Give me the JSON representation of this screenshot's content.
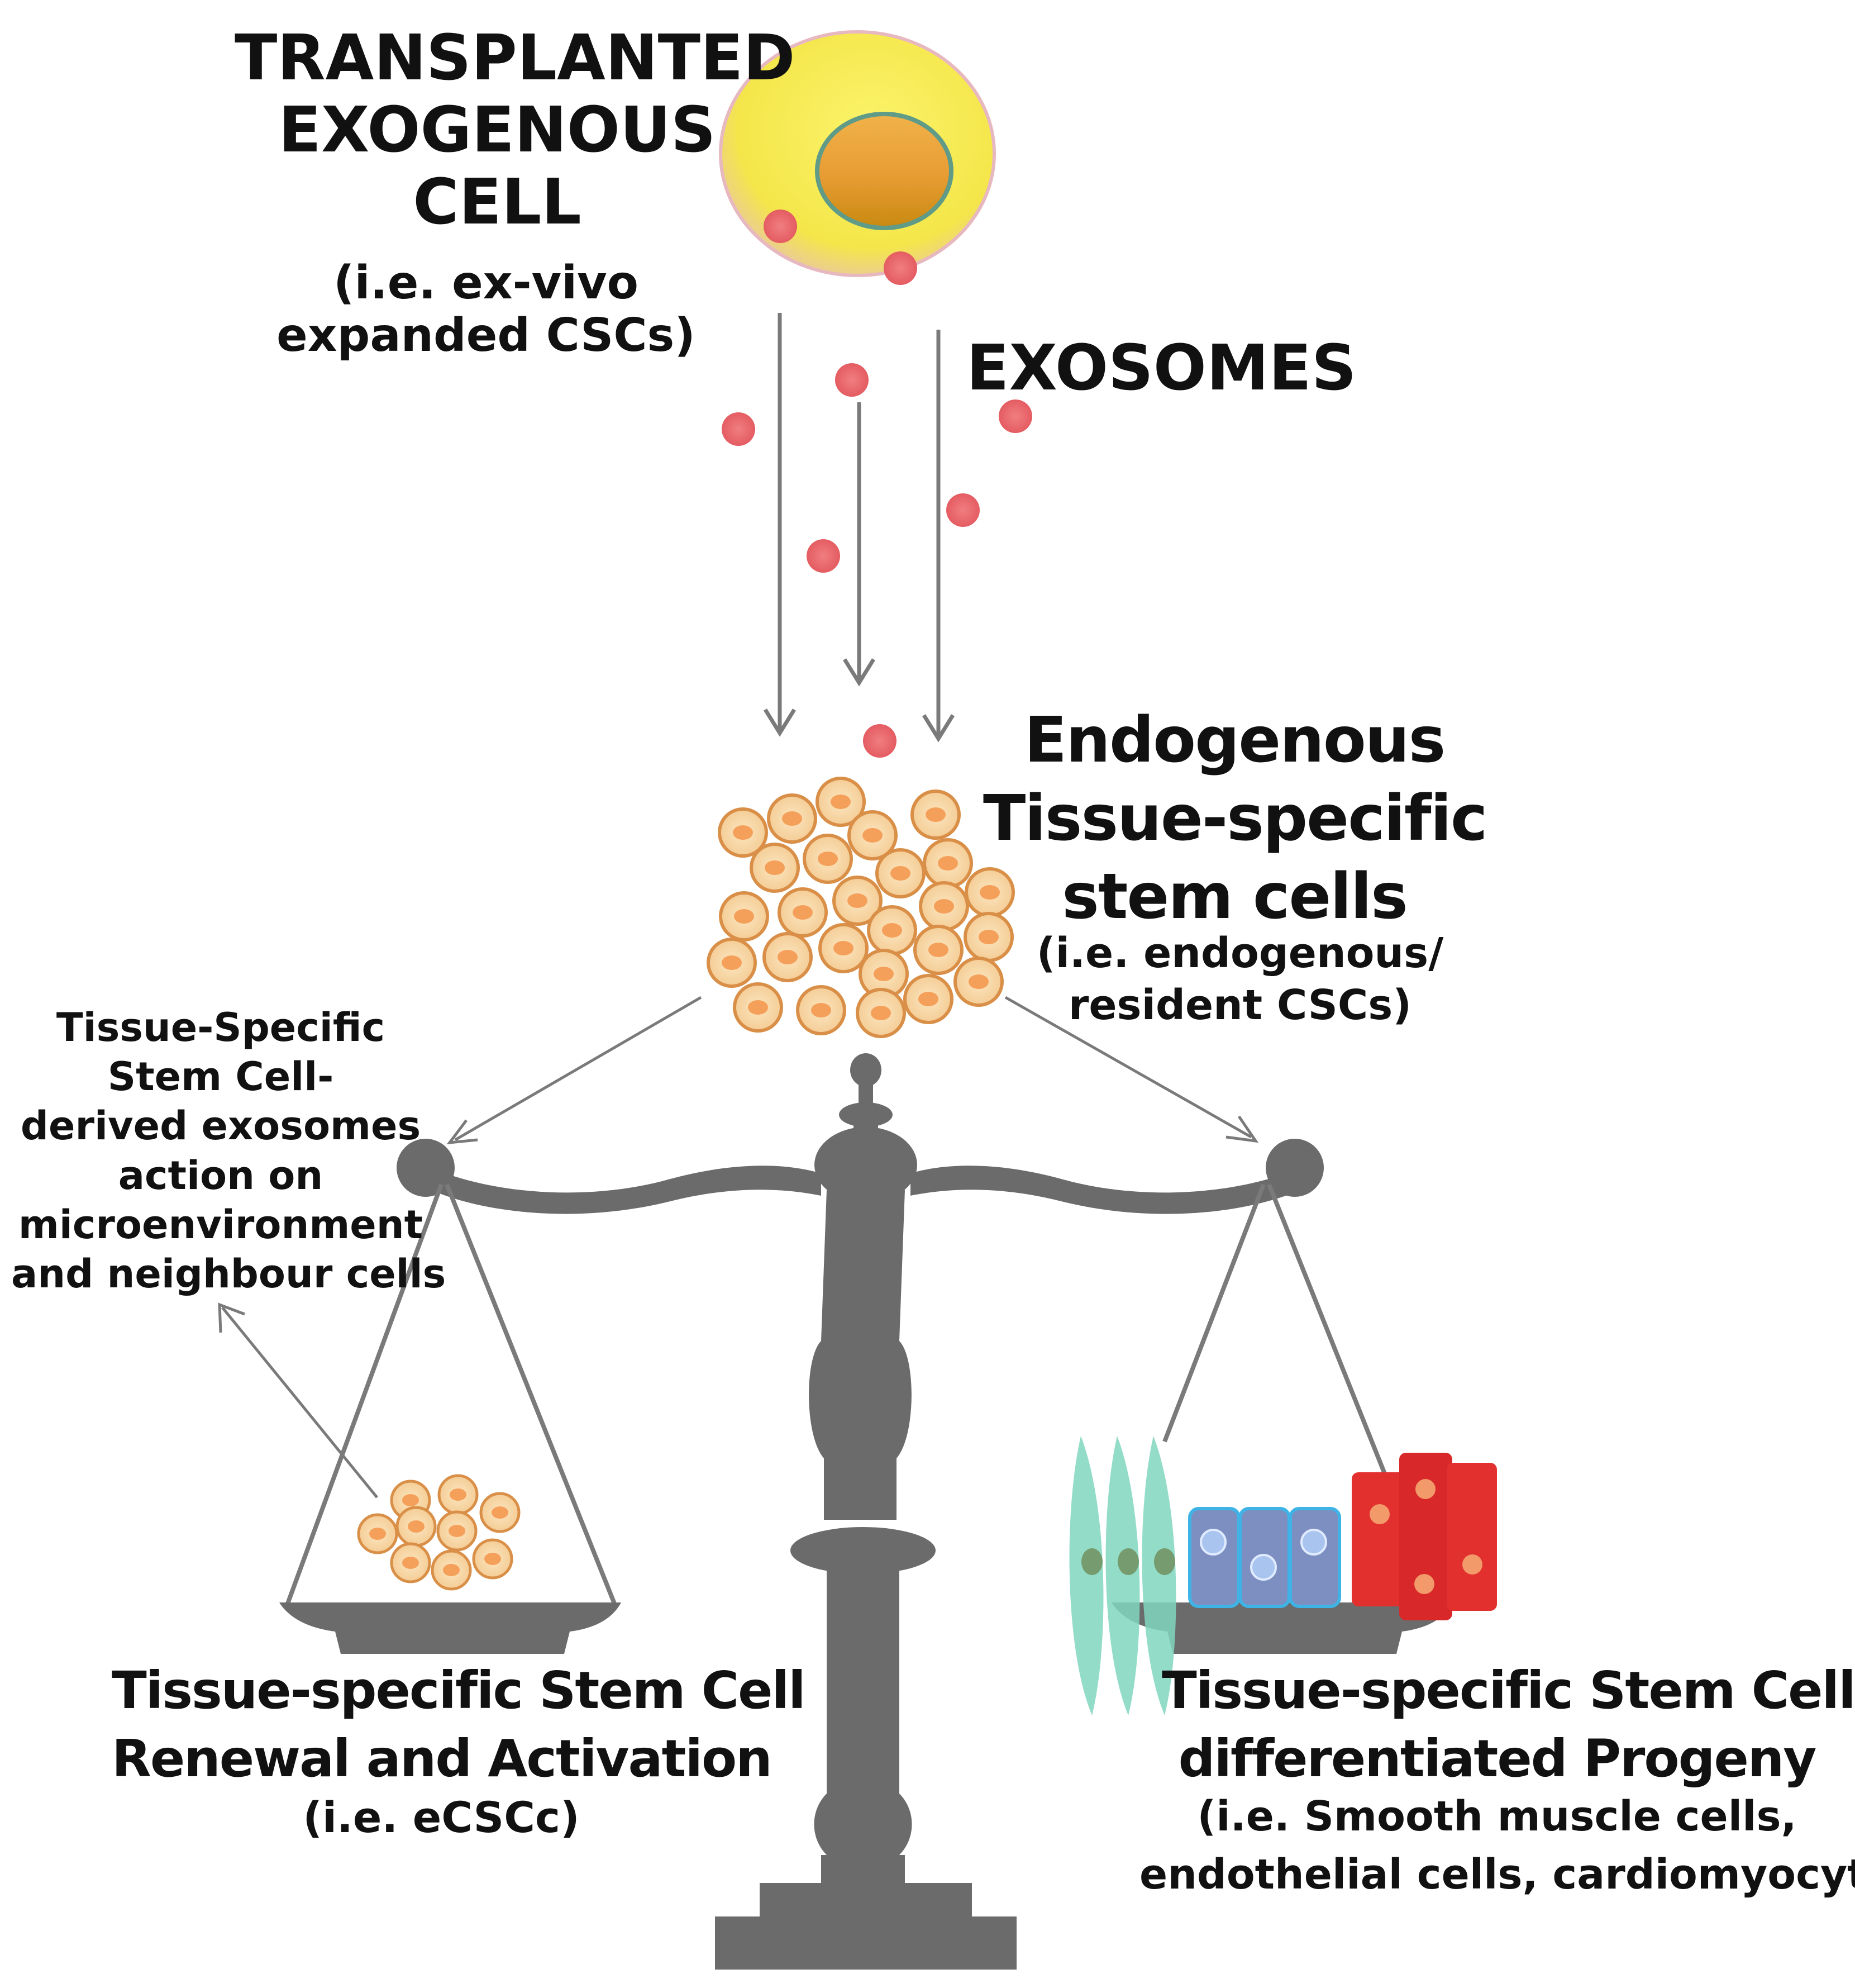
{
  "transplanted": {
    "title_lines": [
      "TRANSPLANTED",
      "EXOGENOUS",
      "CELL"
    ],
    "subtitle_lines": [
      "(i.e. ex-vivo",
      "expanded CSCs)"
    ]
  },
  "exosomes": {
    "label": "EXOSOMES"
  },
  "endogenous": {
    "title_lines": [
      "Endogenous",
      "Tissue-specific",
      "stem cells"
    ],
    "subtitle_lines": [
      "(i.e. endogenous/",
      "resident CSCs)"
    ]
  },
  "exosome_action": {
    "lines": [
      "Tissue-Specific",
      "Stem Cell-",
      "derived exosomes",
      "action on",
      "microenvironment",
      "and neighbour cells"
    ]
  },
  "left_pan": {
    "title_lines": [
      "Tissue-specific Stem Cell",
      "Renewal and Activation"
    ],
    "subtitle": "(i.e. eCSCc)"
  },
  "right_pan": {
    "title_lines": [
      "Tissue-specific Stem Cell-",
      "differentiated Progeny"
    ],
    "subtitle_lines": [
      "(i.e. Smooth muscle cells,",
      "endothelial cells, cardiomyocytes)"
    ]
  },
  "colors": {
    "cell_yellow": "#f7ee4a",
    "nucleus_orange": "#e9a43a",
    "exosome_red": "#ec6a6e",
    "stem_cell_fill": "#f8d9a5",
    "stem_cell_nucleus": "#f5a05a",
    "scale_gray": "#6b6b6b",
    "arrow_gray": "#7a7a7a",
    "smooth_muscle_teal": "#7fd6bf",
    "endothelial_blue": "#7d8fc0",
    "cardiomyocyte_red": "#e2302f"
  }
}
